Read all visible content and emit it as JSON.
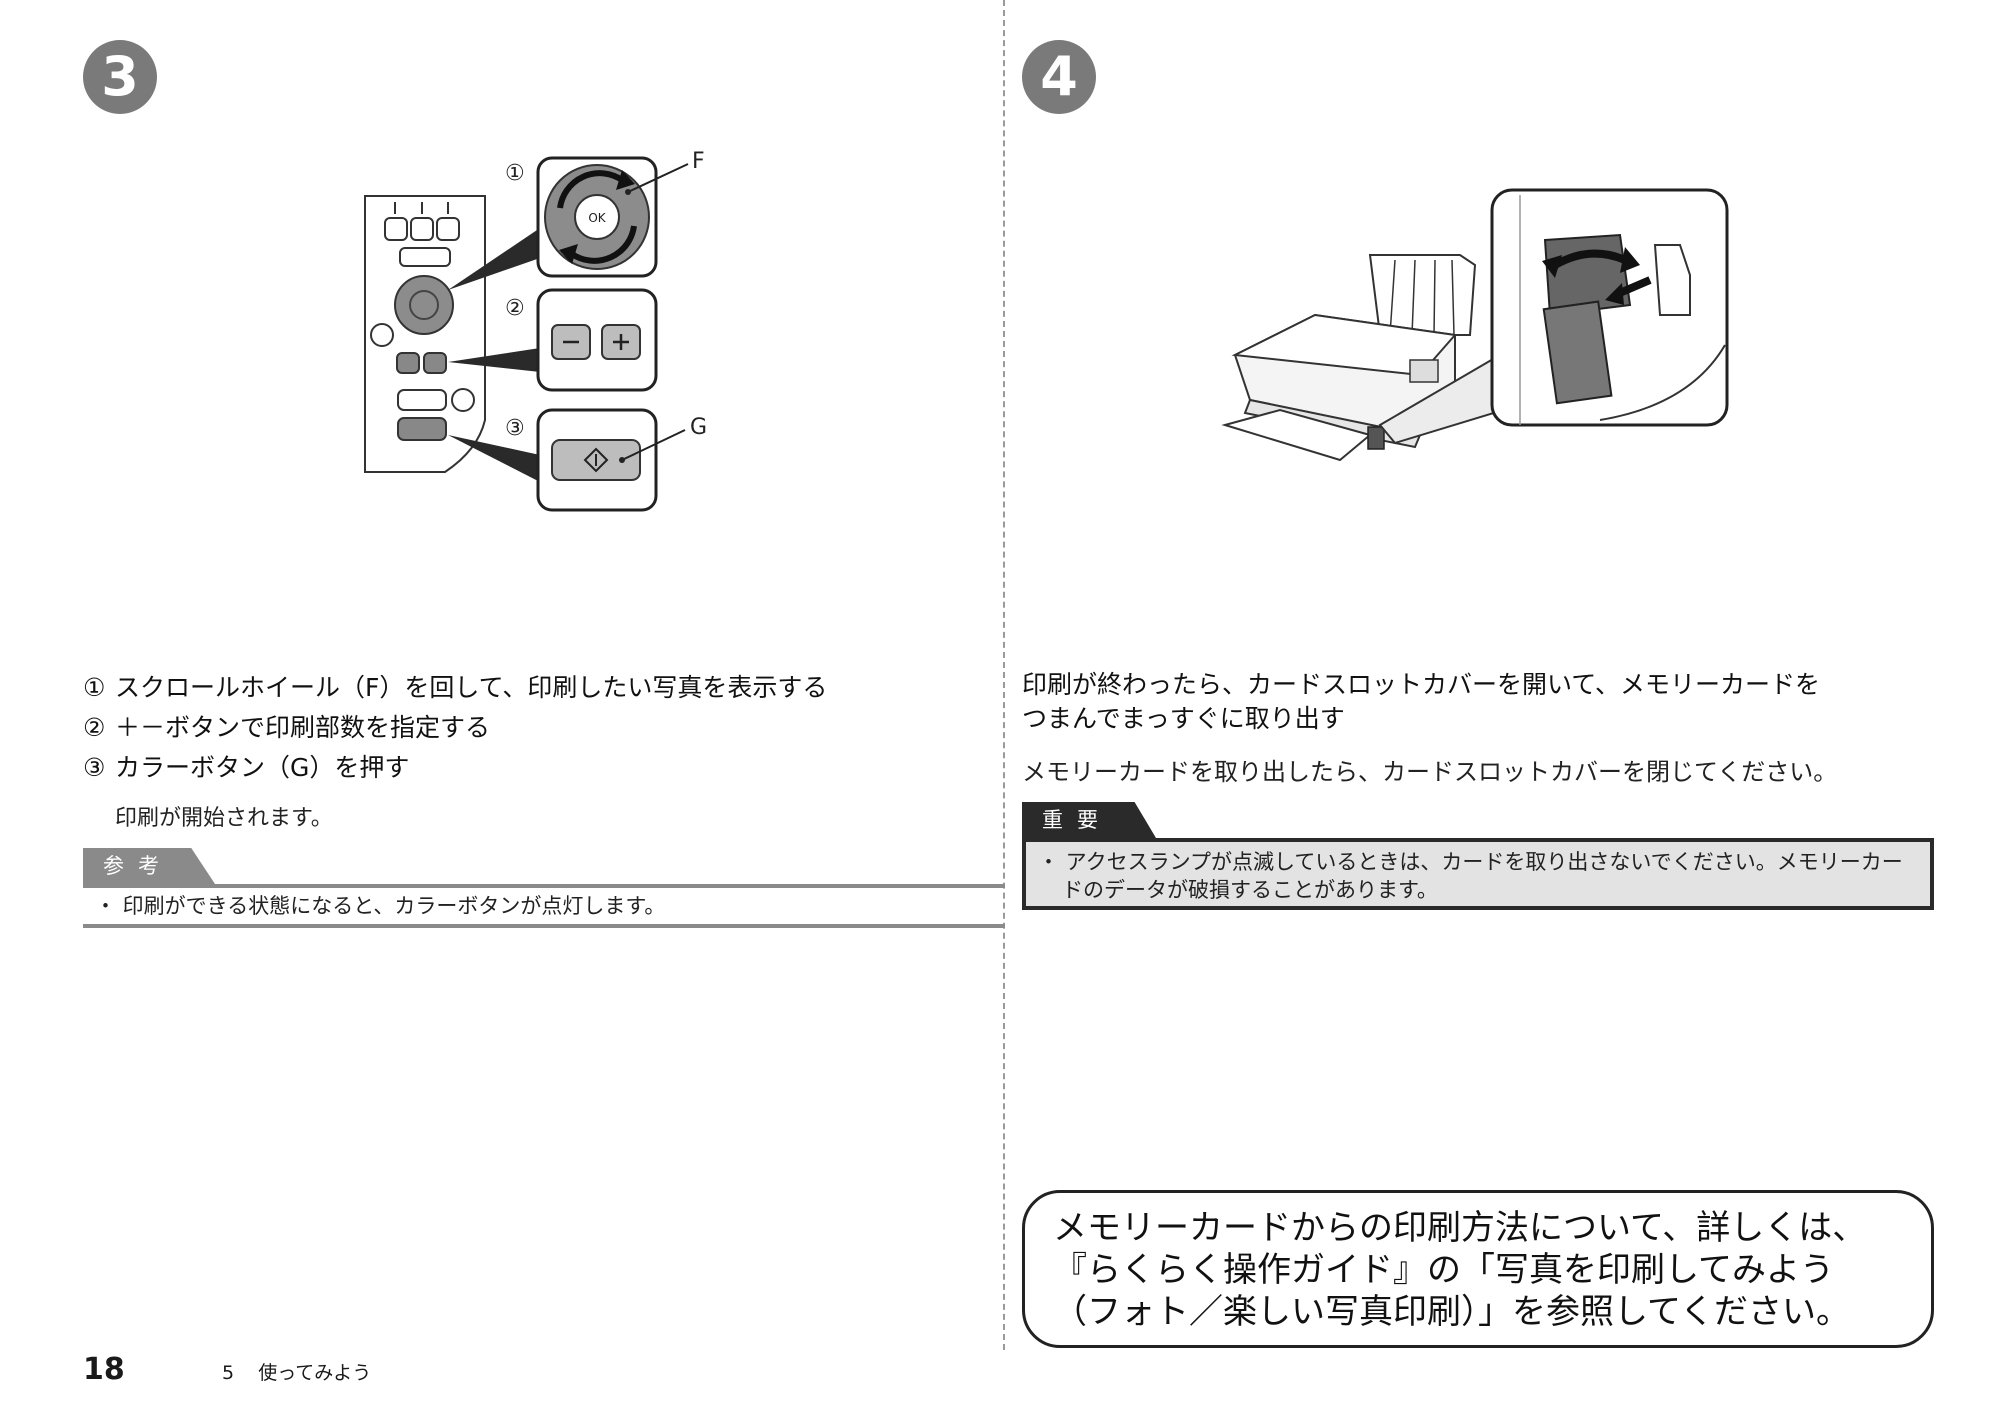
{
  "page": {
    "number": "18",
    "section_num": "5",
    "section_title": "使ってみよう"
  },
  "step3": {
    "number": "3",
    "fig_labels": {
      "callout1": "①",
      "callout2": "②",
      "callout3": "③",
      "F": "F",
      "G": "G",
      "ok": "OK"
    },
    "instructions": [
      {
        "num": "①",
        "text": "スクロールホイール（F）を回して、印刷したい写真を表示する"
      },
      {
        "num": "②",
        "text": "＋－ボタンで印刷部数を指定する"
      },
      {
        "num": "③",
        "text": "カラーボタン（G）を押す"
      }
    ],
    "result": "印刷が開始されます。",
    "ref_tab": "参考",
    "ref_text": "・ 印刷ができる状態になると、カラーボタンが点灯します。"
  },
  "step4": {
    "number": "4",
    "heading_line1": "印刷が終わったら、カードスロットカバーを開いて、メモリーカードを",
    "heading_line2": "つまんでまっすぐに取り出す",
    "body": "メモリーカードを取り出したら、カードスロットカバーを閉じてください。",
    "imp_tab": "重要",
    "imp_text": "・ アクセスランプが点滅しているときは、カードを取り出さないでください。メモリーカードのデータが破損することがあります。"
  },
  "note": {
    "line1": "メモリーカードからの印刷方法について、詳しくは、",
    "line2": "『らくらく操作ガイド』の「写真を印刷してみよう",
    "line3": "（フォト／楽しい写真印刷）」を参照してください。"
  }
}
